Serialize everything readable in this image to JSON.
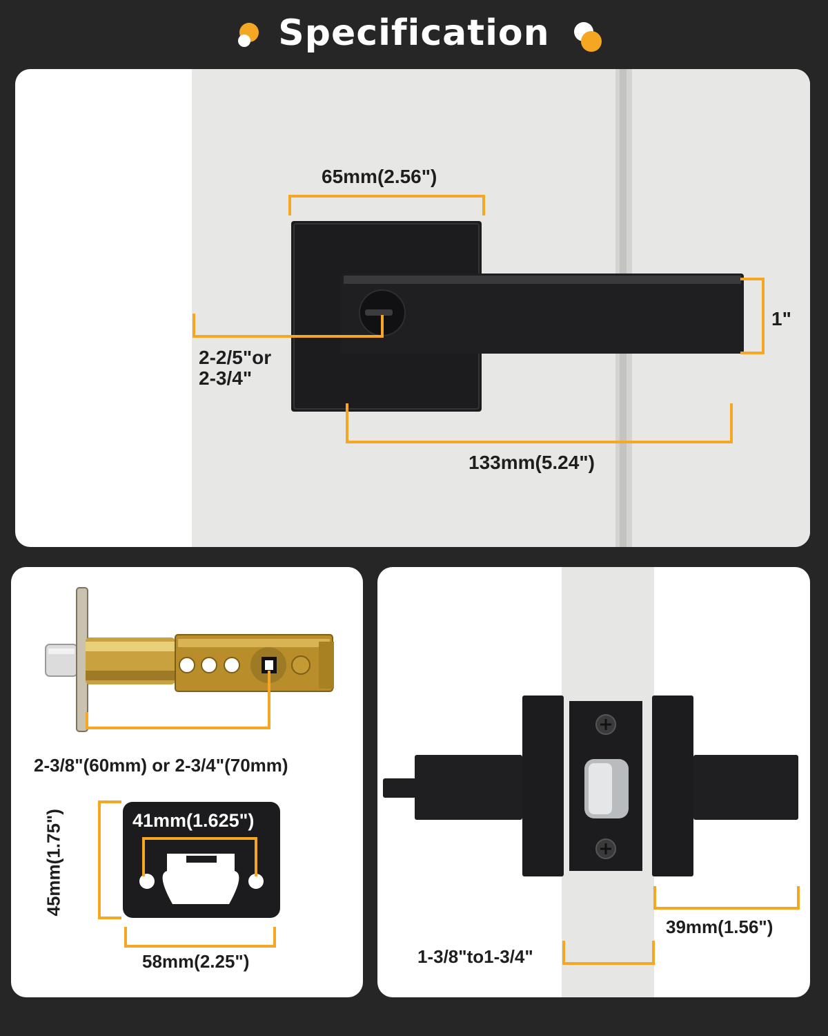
{
  "header": {
    "title": "Specification"
  },
  "colors": {
    "background": "#262626",
    "accent": "#f5a623",
    "lock_black": "#1c1c1e",
    "door": "#e6e7e5"
  },
  "top_panel": {
    "plate_width": "65mm(2.56\")",
    "lever_height": "1\"",
    "backset_line1": "2-2/5\"or",
    "backset_line2": "2-3/4\"",
    "lever_length": "133mm(5.24\")"
  },
  "latch_panel": {
    "latch_length": "2-3/8\"(60mm)  or  2-3/4\"(70mm)",
    "hole_spacing": "41mm(1.625\")",
    "strike_height": "45mm(1.75\")",
    "strike_width": "58mm(2.25\")"
  },
  "door_panel": {
    "rose_depth": "39mm(1.56\")",
    "door_thickness": "1-3/8\"to1-3/4\""
  }
}
